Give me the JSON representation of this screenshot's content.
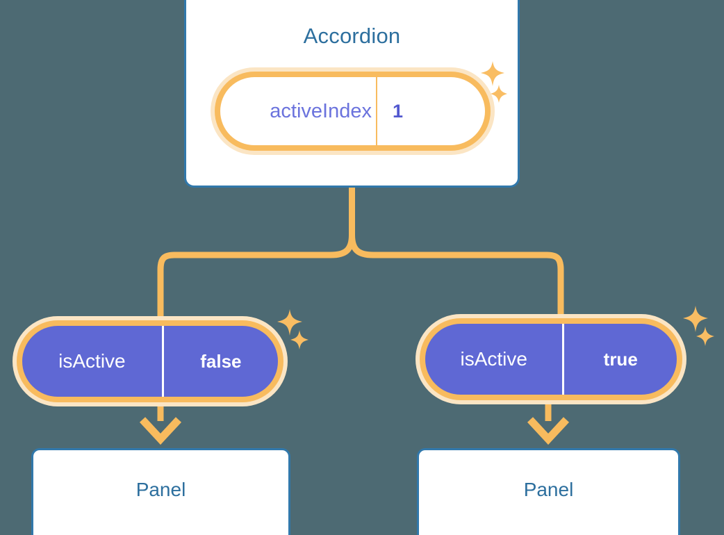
{
  "theme": {
    "background": "#4d6a73",
    "card_border": "#3178ab",
    "title_text": "#2d6f9e",
    "pill_ring": "#f8bb5e",
    "pill_halo": "#fbe5c4",
    "pill_purple": "#5f68d4",
    "prop_key_purple": "#6b73dd",
    "prop_value_purple": "#5258cf",
    "connector": "#f8bb5e",
    "sparkle": "#f9bd63"
  },
  "root": {
    "title": "Accordion",
    "prop": {
      "key": "activeIndex",
      "value": "1"
    }
  },
  "branches": [
    {
      "prop": {
        "key": "isActive",
        "value": "false"
      },
      "child": {
        "title": "Panel"
      }
    },
    {
      "prop": {
        "key": "isActive",
        "value": "true"
      },
      "child": {
        "title": "Panel"
      }
    }
  ],
  "icons": {
    "sparkle_large": "sparkle-four-point-icon",
    "sparkle_small": "sparkle-four-point-small-icon",
    "arrow": "arrow-down-icon"
  }
}
